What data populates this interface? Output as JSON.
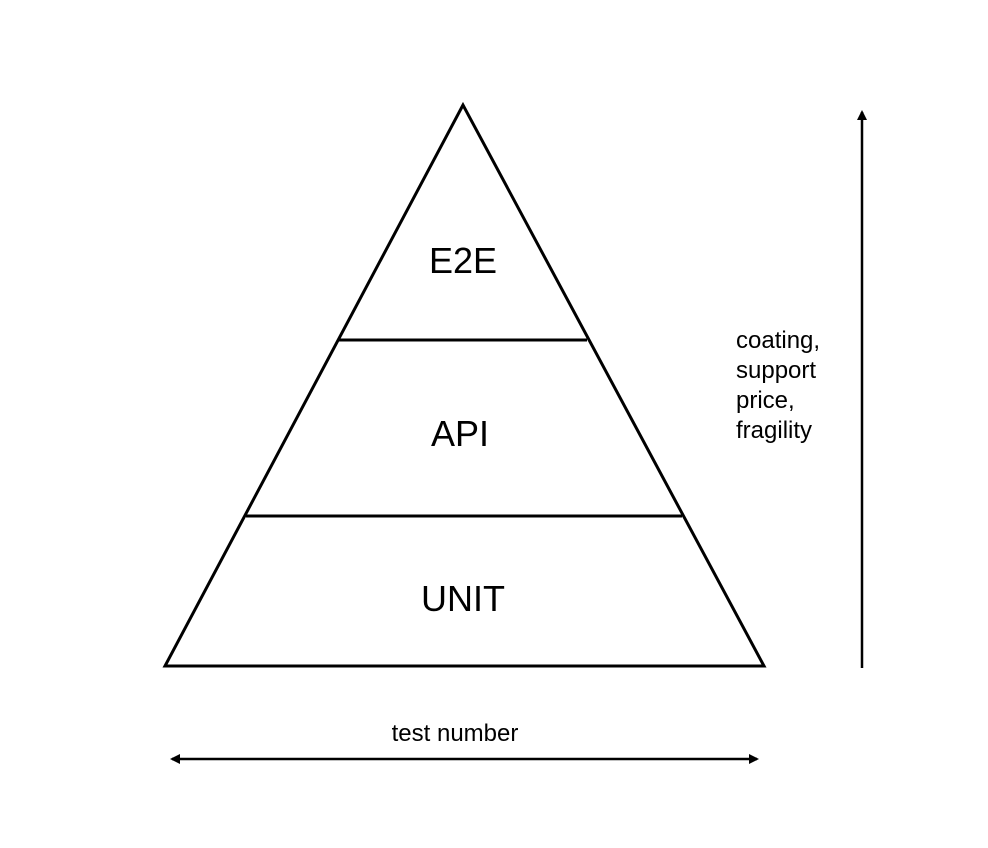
{
  "pyramid": {
    "layers": [
      {
        "label": "E2E"
      },
      {
        "label": "API"
      },
      {
        "label": "UNIT"
      }
    ]
  },
  "horizontal_axis": {
    "label": "test number"
  },
  "vertical_axis": {
    "label_lines": [
      "coating,",
      "support",
      "price,",
      "fragility"
    ]
  },
  "colors": {
    "stroke": "#000000",
    "background": "#ffffff"
  }
}
